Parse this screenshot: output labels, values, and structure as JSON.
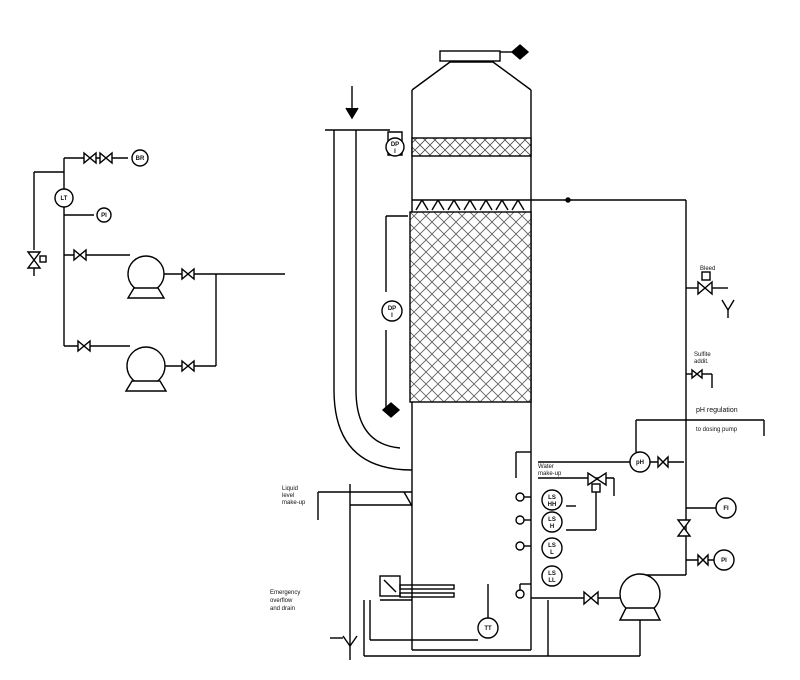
{
  "instruments": {
    "br": "BR",
    "lt": "LT",
    "pi_left": "PI",
    "dp_top": "DP",
    "dp_top_sub": "I",
    "dp_mid": "DP",
    "dp_mid_sub": "I",
    "ph": "pH",
    "ls1": "LS",
    "ls1_sub": "HH",
    "ls2": "LS",
    "ls2_sub": "H",
    "ls3": "LS",
    "ls3_sub": "L",
    "ls4": "LS",
    "ls4_sub": "LL",
    "tt": "TT",
    "fi": "FI",
    "pi_right": "PI"
  },
  "labels": {
    "bleed": "Bleed",
    "sulfite_addition": [
      "Sulfite",
      "addit."
    ],
    "ph_regulation": "pH regulation",
    "to_dosing_pump": "to dosing pump",
    "water_makeup": [
      "Water",
      "make-up"
    ],
    "liquid_level_makeup": [
      "Liquid",
      "level",
      "make-up"
    ],
    "emergency": [
      "Emergency",
      "overflow",
      "and drain"
    ]
  }
}
